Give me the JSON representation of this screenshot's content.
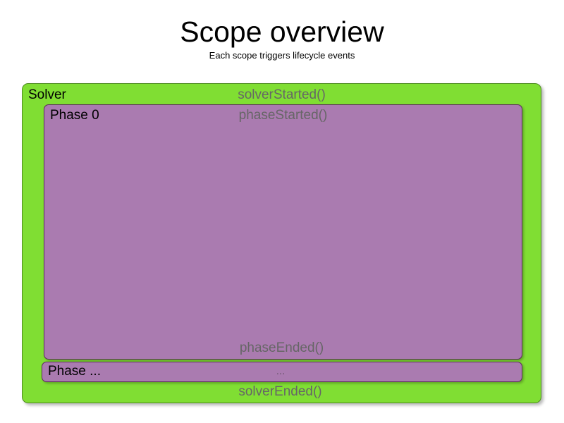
{
  "header": {
    "title": "Scope overview",
    "subtitle": "Each scope triggers lifecycle events"
  },
  "diagram": {
    "solver": {
      "name": "Solver",
      "start_event": "solverStarted()",
      "end_event": "solverEnded()",
      "color": "#80DE33",
      "border_color": "#4E8C1F"
    },
    "phase_0": {
      "name": "Phase 0",
      "start_event": "phaseStarted()",
      "end_event": "phaseEnded()",
      "color": "#AA7BB0",
      "border_color": "#5C2D5C"
    },
    "phase_n": {
      "name": "Phase ...",
      "event": "...",
      "color": "#AA7BB0",
      "border_color": "#5C2D5C"
    },
    "event_text_color": "#666666"
  }
}
